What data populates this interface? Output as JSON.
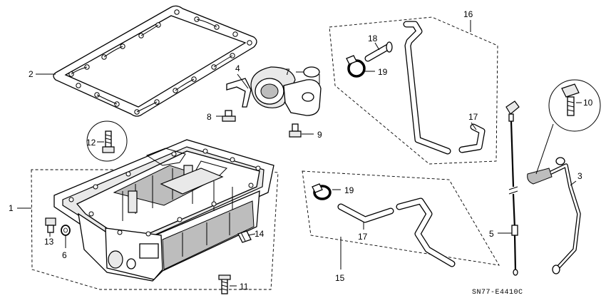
{
  "callouts": {
    "c1": "1",
    "c2": "2",
    "c3": "3",
    "c4": "4",
    "c5": "5",
    "c6": "6",
    "c7": "7",
    "c8": "8",
    "c9": "9",
    "c10": "10",
    "c11": "11",
    "c12": "12",
    "c13": "13",
    "c14": "14",
    "c15": "15",
    "c16": "16",
    "c17a": "17",
    "c17b": "17",
    "c18": "18",
    "c19a": "19",
    "c19b": "19"
  },
  "diagram_code": "SN77-E4410C",
  "icons": [
    "oil-pan",
    "pan-gasket",
    "oil-strainer",
    "o-ring",
    "flange-bolt",
    "drain-bolt",
    "washer",
    "dipstick",
    "dipstick-tube",
    "breather-hose",
    "hose-clamp",
    "dowel-pin"
  ]
}
